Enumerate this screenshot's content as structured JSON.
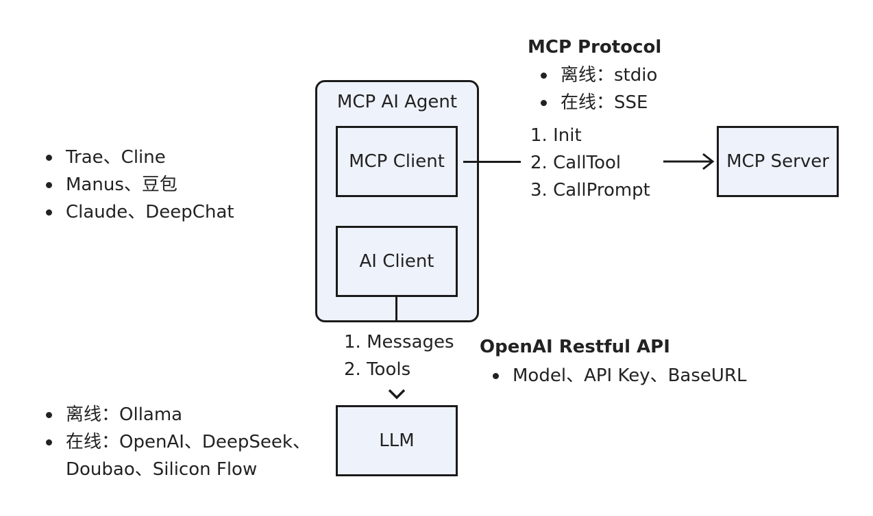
{
  "left_top_list": [
    "Trae、Cline",
    "Manus、豆包",
    "Claude、DeepChat"
  ],
  "left_bottom_list": [
    "离线：Ollama",
    "在线：OpenAI、DeepSeek、",
    "Doubao、Silicon Flow"
  ],
  "agent": {
    "title": "MCP AI Agent",
    "mcp_client": "MCP Client",
    "ai_client": "AI Client"
  },
  "llm": "LLM",
  "mcp_server": "MCP Server",
  "mcp_protocol": {
    "heading": "MCP Protocol",
    "items": [
      "离线：stdio",
      "在线：SSE"
    ]
  },
  "mcp_steps": [
    "1. Init",
    "2. CallTool",
    "3. CallPrompt"
  ],
  "llm_steps": [
    "1. Messages",
    "2. Tools"
  ],
  "openai_api": {
    "heading": "OpenAI Restful API",
    "items": [
      "Model、API Key、BaseURL"
    ]
  },
  "colors": {
    "box_fill": "#eef2fb",
    "stroke": "#1a1a1a",
    "text": "#222222"
  }
}
